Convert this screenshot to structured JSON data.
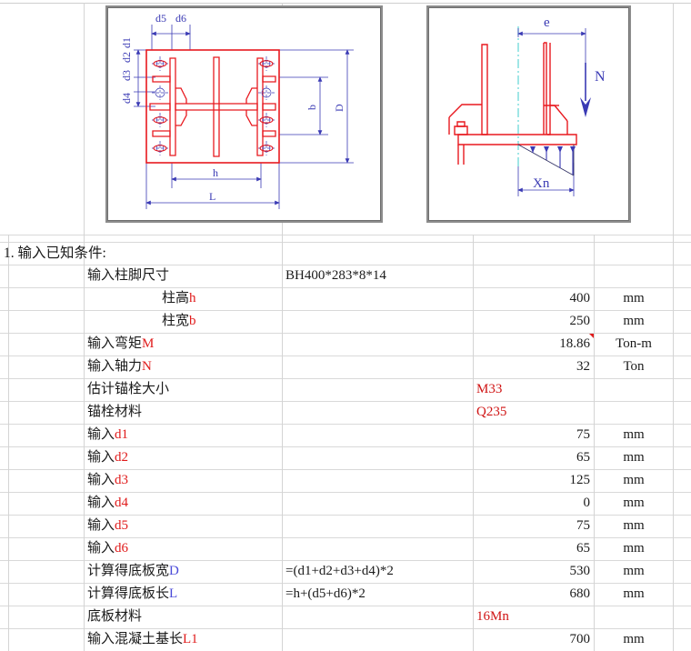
{
  "document": {
    "kind": "spreadsheet",
    "section_title": "1.  输入已知条件:"
  },
  "figures": {
    "plan": {
      "name": "base-plate-plan-view",
      "labels": {
        "d5": "d5",
        "d6": "d6",
        "d1": "d1",
        "d2": "d2",
        "d3": "d3",
        "d4": "d4",
        "b": "b",
        "D": "D",
        "h": "h",
        "L": "L"
      }
    },
    "elevation": {
      "name": "base-plate-elevation-view",
      "labels": {
        "e": "e",
        "N": "N",
        "Xn": "Xn"
      }
    }
  },
  "colors": {
    "drawing_red": "#e8191f",
    "drawing_blue": "#3a3ab4",
    "drawing_cyan": "#62d6d6",
    "label_red": "#e01b1b",
    "label_blue": "#4b4bd8",
    "grid": "#d4d4d4"
  },
  "table": {
    "rows": [
      {
        "label": "输入柱脚尺寸",
        "label_suffix": "",
        "indent": 1,
        "formula": "BH400*283*8*14",
        "value": "",
        "value_red": "",
        "unit": "",
        "comment": false
      },
      {
        "label": "柱高",
        "label_suffix": "h",
        "indent": 2,
        "formula": "",
        "value": "400",
        "value_red": "",
        "unit": "mm",
        "comment": false
      },
      {
        "label": "柱宽",
        "label_suffix": "b",
        "indent": 2,
        "formula": "",
        "value": "250",
        "value_red": "",
        "unit": "mm",
        "comment": false
      },
      {
        "label": "输入弯矩",
        "label_suffix": "M",
        "indent": 1,
        "formula": "",
        "value": "18.86",
        "value_red": "",
        "unit": "Ton-m",
        "comment": true
      },
      {
        "label": "输入轴力",
        "label_suffix": "N",
        "indent": 1,
        "formula": "",
        "value": "32",
        "value_red": "",
        "unit": "Ton",
        "comment": false
      },
      {
        "label": "估计锚栓大小",
        "label_suffix": "",
        "indent": 1,
        "formula": "",
        "value": "",
        "value_red": "M33",
        "unit": "",
        "comment": false
      },
      {
        "label": "锚栓材料",
        "label_suffix": "",
        "indent": 1,
        "formula": "",
        "value": "",
        "value_red": "Q235",
        "unit": "",
        "comment": false
      },
      {
        "label": "输入",
        "label_suffix": "d1",
        "indent": 1,
        "formula": "",
        "value": "75",
        "value_red": "",
        "unit": "mm",
        "comment": false
      },
      {
        "label": "输入",
        "label_suffix": "d2",
        "indent": 1,
        "formula": "",
        "value": "65",
        "value_red": "",
        "unit": "mm",
        "comment": false
      },
      {
        "label": "输入",
        "label_suffix": "d3",
        "indent": 1,
        "formula": "",
        "value": "125",
        "value_red": "",
        "unit": "mm",
        "comment": false
      },
      {
        "label": "输入",
        "label_suffix": "d4",
        "indent": 1,
        "formula": "",
        "value": "0",
        "value_red": "",
        "unit": "mm",
        "comment": false
      },
      {
        "label": "输入",
        "label_suffix": "d5",
        "indent": 1,
        "formula": "",
        "value": "75",
        "value_red": "",
        "unit": "mm",
        "comment": false
      },
      {
        "label": "输入",
        "label_suffix": "d6",
        "indent": 1,
        "formula": "",
        "value": "65",
        "value_red": "",
        "unit": "mm",
        "comment": false
      },
      {
        "label": "计算得底板宽",
        "label_suffix": "D",
        "suffix_color": "blue",
        "indent": 1,
        "formula": "=(d1+d2+d3+d4)*2",
        "value": "530",
        "value_red": "",
        "unit": "mm",
        "comment": false
      },
      {
        "label": "计算得底板长",
        "label_suffix": "L",
        "suffix_color": "blue",
        "indent": 1,
        "formula": "=h+(d5+d6)*2",
        "value": "680",
        "value_red": "",
        "unit": "mm",
        "comment": false
      },
      {
        "label": "底板材料",
        "label_suffix": "",
        "indent": 1,
        "formula": "",
        "value": "",
        "value_red": "16Mn",
        "unit": "",
        "comment": false
      },
      {
        "label": "输入混凝土基长",
        "label_suffix": "L1",
        "indent": 1,
        "formula": "",
        "value": "700",
        "value_red": "",
        "unit": "mm",
        "comment": false
      }
    ]
  }
}
